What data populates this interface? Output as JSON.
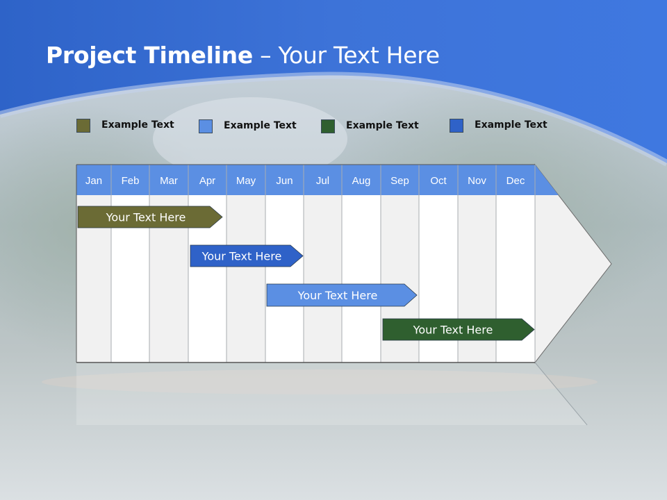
{
  "slide": {
    "title_bold": "Project Timeline",
    "title_rest": " – Your Text Here"
  },
  "legend": [
    {
      "label": "Example Text",
      "color": "#6b6b35"
    },
    {
      "label": "Example Text",
      "color": "#5b8fe3"
    },
    {
      "label": "Example Text",
      "color": "#2f5f2f"
    },
    {
      "label": "Example Text",
      "color": "#2f62c8"
    }
  ],
  "timeline": {
    "months": [
      "Jan",
      "Feb",
      "Mar",
      "Apr",
      "May",
      "Jun",
      "Jul",
      "Aug",
      "Sep",
      "Oct",
      "Nov",
      "Dec"
    ],
    "header_color": "#5b8fe3",
    "tasks": [
      {
        "label": "Your  Text Here",
        "color": "#6b6b35"
      },
      {
        "label": "Your  Text Here",
        "color": "#2f62c8"
      },
      {
        "label": "Your  Text Here",
        "color": "#5b8fe3"
      },
      {
        "label": "Your  Text Here",
        "color": "#2f5f2f"
      }
    ]
  }
}
